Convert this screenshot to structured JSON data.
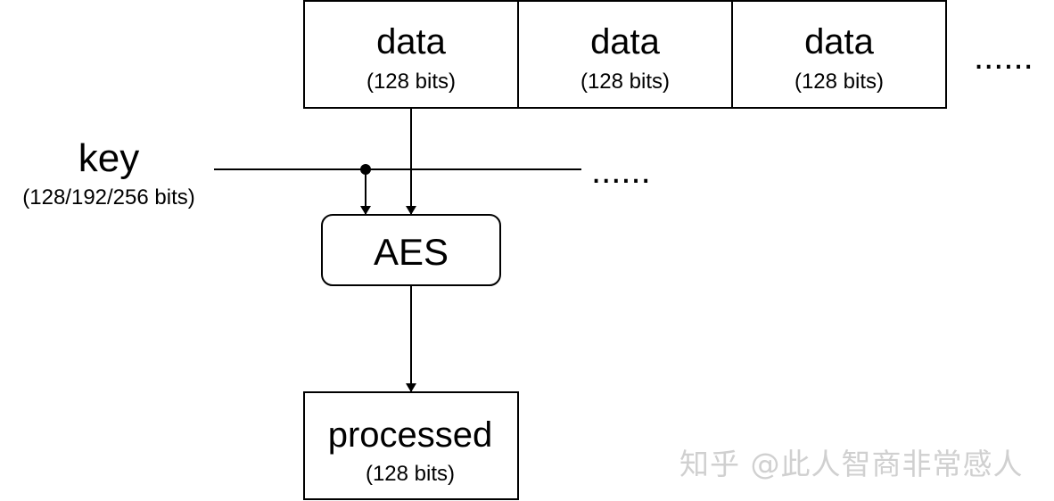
{
  "data_blocks": [
    {
      "title": "data",
      "size": "(128 bits)"
    },
    {
      "title": "data",
      "size": "(128 bits)"
    },
    {
      "title": "data",
      "size": "(128 bits)"
    }
  ],
  "data_ellipsis": "......",
  "key": {
    "title": "key",
    "size": "(128/192/256 bits)"
  },
  "key_ellipsis": "......",
  "aes": {
    "label": "AES"
  },
  "output": {
    "title": "processed",
    "size": "(128 bits)"
  },
  "watermark": "知乎 @此人智商非常感人",
  "colors": {
    "stroke": "#000000",
    "background": "#ffffff",
    "watermark": "#d0d0d0"
  }
}
